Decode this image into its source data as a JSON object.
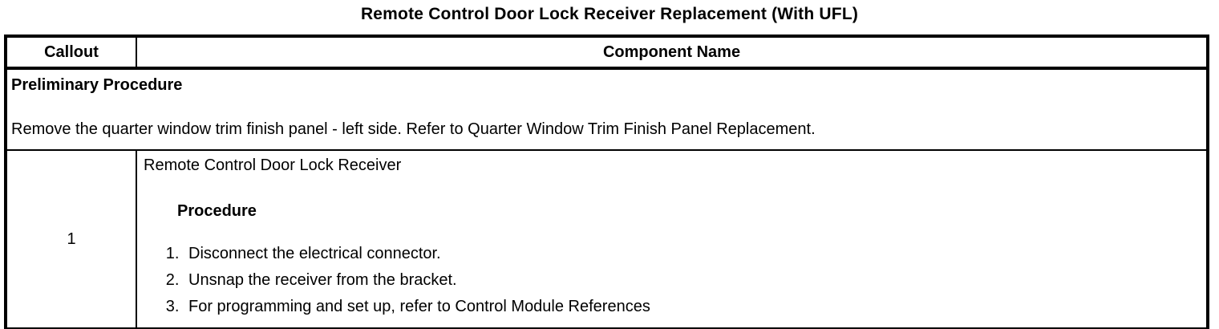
{
  "title": "Remote Control Door Lock Receiver Replacement (With UFL)",
  "table": {
    "headers": [
      "Callout",
      "Component Name"
    ],
    "preliminary": {
      "heading": "Preliminary Procedure",
      "text": "Remove the quarter window trim finish panel - left side. Refer to Quarter Window Trim Finish Panel Replacement."
    },
    "rows": [
      {
        "callout": "1",
        "component": "Remote Control Door Lock Receiver",
        "procedure_heading": "Procedure",
        "steps": [
          "Disconnect the electrical connector.",
          "Unsnap the receiver from the bracket.",
          "For programming and set up, refer to Control Module References"
        ]
      }
    ]
  },
  "colors": {
    "text": "#000000",
    "border": "#000000",
    "background": "#ffffff"
  }
}
